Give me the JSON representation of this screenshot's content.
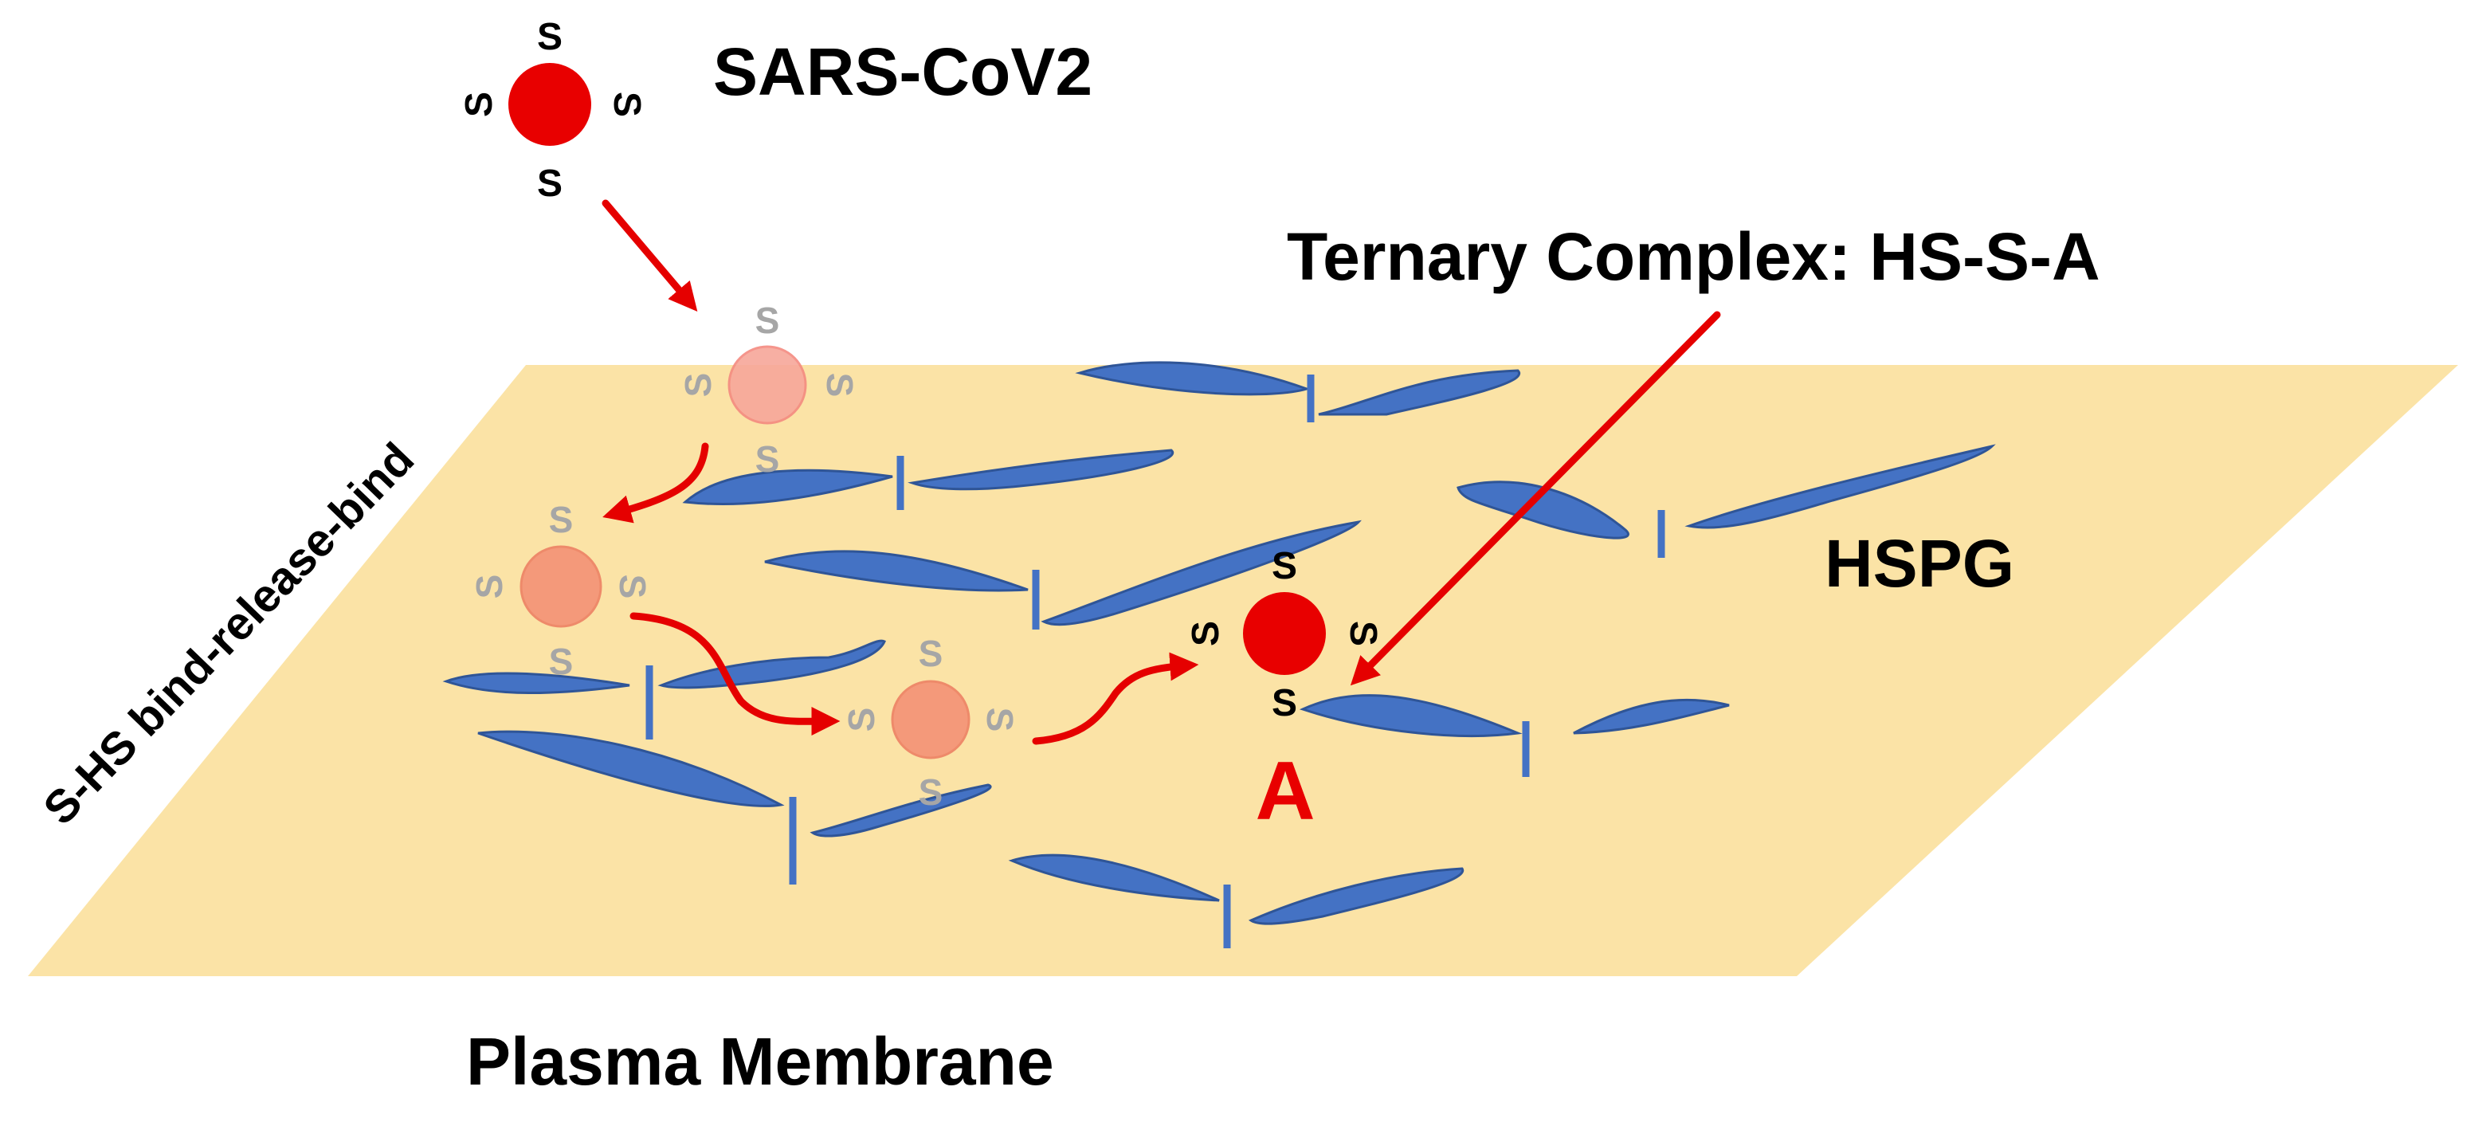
{
  "title_virus": "SARS-CoV2",
  "label_ternary": "Ternary Complex: HS-S-A",
  "label_hspg": "HSPG",
  "label_membrane": "Plasma Membrane",
  "label_bind_release": "S-HS bind-release-bind",
  "spike_letter": "S",
  "receptor_letter": "A",
  "colors": {
    "membrane": "#fbe3a6",
    "hs_chain": "#4472c4",
    "virus": "#e80000",
    "virus_transient": "#f4997a",
    "spike_faded": "#a6a6a6",
    "arrow": "#e50000"
  }
}
